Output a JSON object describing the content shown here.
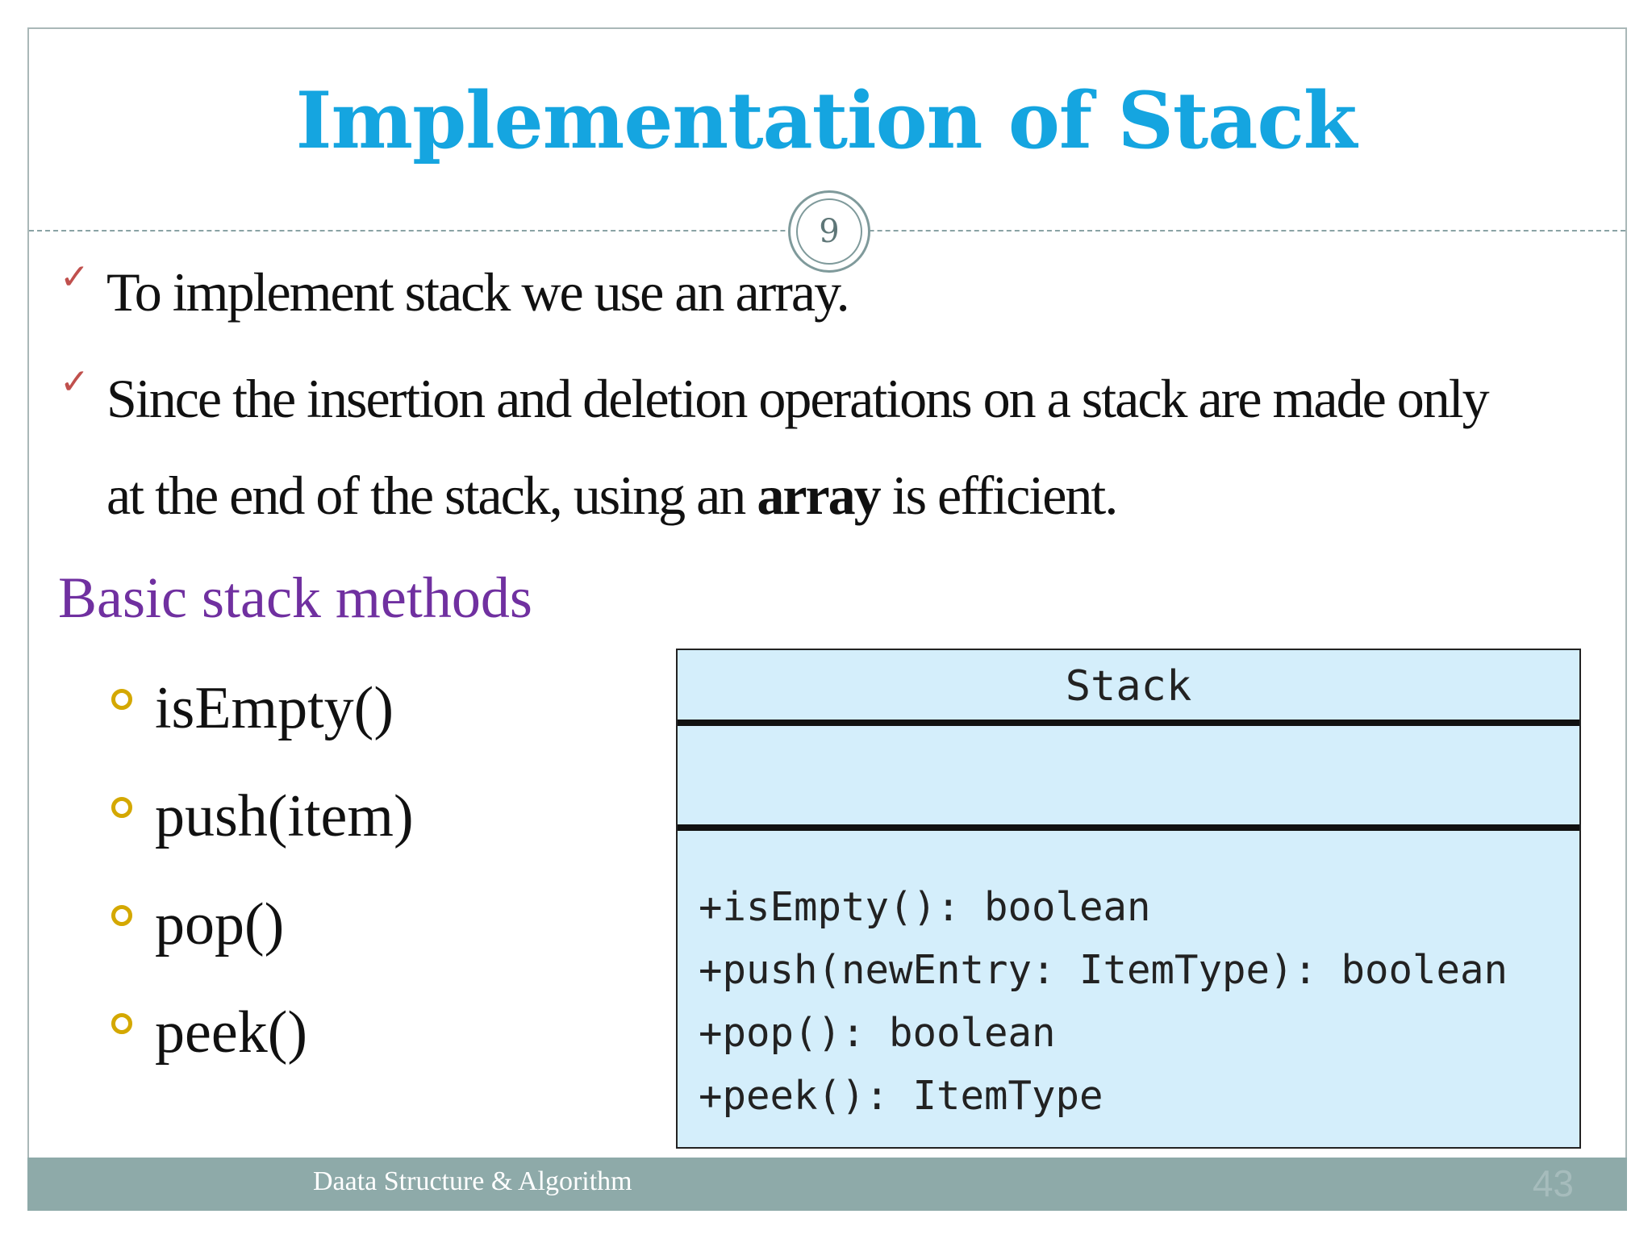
{
  "slide": {
    "title": "Implementation of Stack",
    "inner_page_number": "9",
    "bullets": [
      {
        "icon": "checkmark-icon",
        "line1": "To implement stack we use an array."
      },
      {
        "icon": "checkmark-icon",
        "line1": "Since the insertion and deletion operations on a stack are made only",
        "line2_before": "at the end of the stack, using an ",
        "line2_bold": "array",
        "line2_after": " is efficient."
      }
    ],
    "section_heading": "Basic stack methods",
    "methods": [
      {
        "icon": "ring-bullet-icon",
        "label": "isEmpty()"
      },
      {
        "icon": "ring-bullet-icon",
        "label": "push(item)"
      },
      {
        "icon": "ring-bullet-icon",
        "label": "pop()"
      },
      {
        "icon": "ring-bullet-icon",
        "label": "peek()"
      }
    ],
    "uml": {
      "class_name": "Stack",
      "operations": [
        "+isEmpty(): boolean",
        "+push(newEntry: ItemType): boolean",
        "+pop(): boolean",
        "+peek(): ItemType"
      ]
    },
    "footer": {
      "course": "Daata Structure & Algorithm",
      "page_number": "43"
    }
  },
  "colors": {
    "title": "#15a5e0",
    "heading": "#7030a0",
    "check": "#c0504d",
    "ring": "#d4a800",
    "uml_fill": "#d4eefb",
    "footer_bar": "#8eaaa9"
  }
}
